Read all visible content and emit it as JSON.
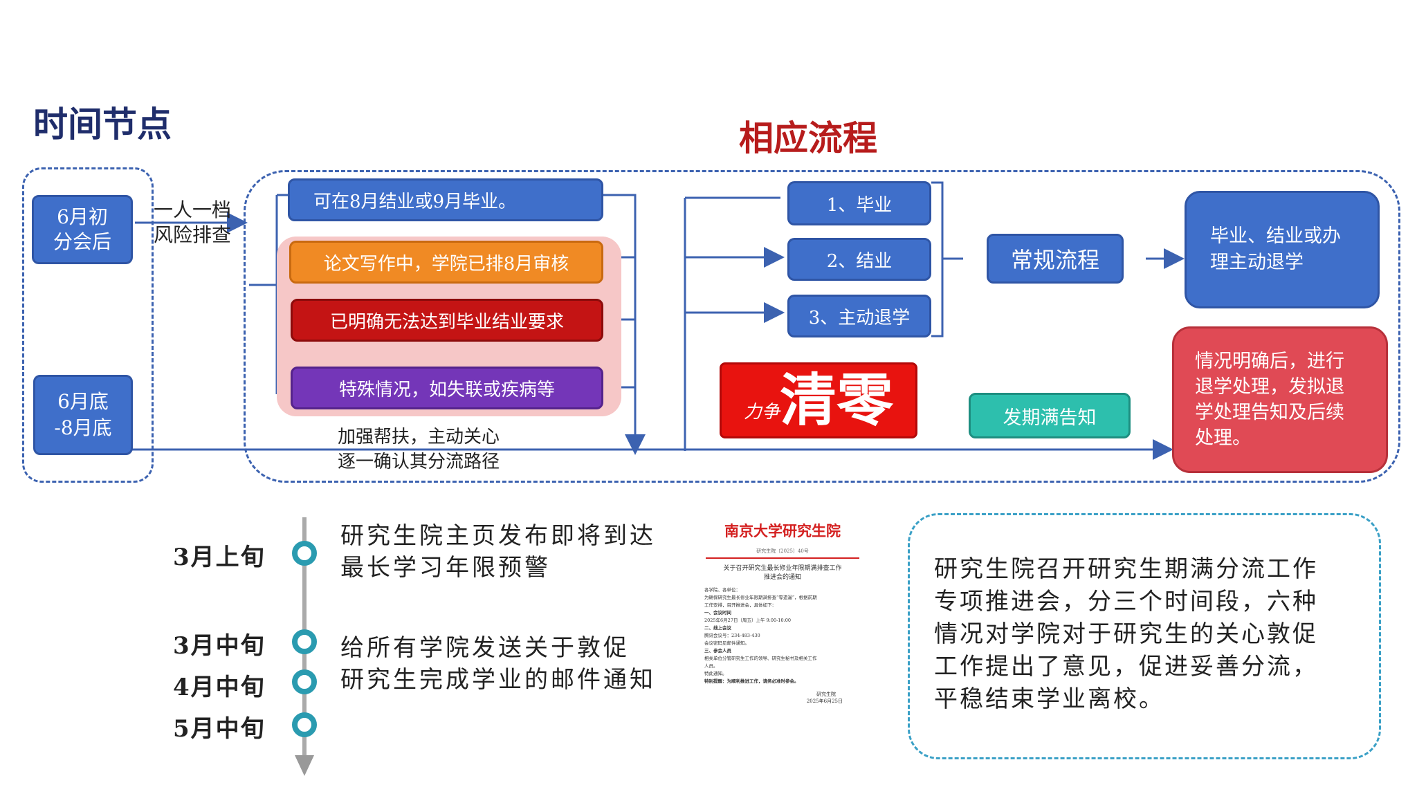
{
  "headings": {
    "time_nodes": "时间节点",
    "process": "相应流程"
  },
  "left_column": {
    "node1_line1": "6月初",
    "node1_line2": "分会后",
    "node2_line1": "6月底",
    "node2_line2": "-8月底",
    "arrow_label_line1": "一人一档",
    "arrow_label_line2": "风险排查"
  },
  "situations": {
    "s1": "可在8月结业或9月毕业。",
    "s2": "论文写作中，学院已排8月审核",
    "s3": "已明确无法达到毕业结业要求",
    "s4": "特殊情况，如失联或疾病等"
  },
  "support_note": {
    "line1": "加强帮扶，主动关心",
    "line2": "逐一确认其分流路径"
  },
  "outcomes": {
    "o1": "1、毕业",
    "o2": "2、结业",
    "o3": "3、主动退学"
  },
  "regular_process": "常规流程",
  "result_normal": {
    "line1": "毕业、结业或办",
    "line2": "理主动退学"
  },
  "clear_zero": {
    "small": "力争",
    "big": "清零"
  },
  "notice": "发期满告知",
  "result_withdraw": {
    "line1": "情况明确后，进行",
    "line2": "退学处理，发拟退",
    "line3": "学处理告知及后续",
    "line4": "处理。"
  },
  "timeline": {
    "t1": "3月上旬",
    "t2": "3月中旬",
    "t3": "4月中旬",
    "t4": "5月中旬",
    "desc1_line1": "研究生院主页发布即将到达",
    "desc1_line2": "最长学习年限预警",
    "desc2_line1": "给所有学院发送关于敦促",
    "desc2_line2": "研究生完成学业的邮件通知"
  },
  "document": {
    "header": "南京大学研究生院",
    "number": "研究生院〔2025〕40号",
    "title_line1": "关于召开研究生最长修业年限期满排查工作",
    "title_line2": "推进会的通知",
    "body_lines": [
      "各学院、各单位：",
      "为确保研究生最长修业年限期满排查“零遗漏”，根据前期",
      "工作安排，召开推进会，具体如下：",
      "一、会议时间",
      "2025年6月27日（周五）上午 9:00-10:00",
      "二、线上会议",
      "腾讯会议号：234-483-430",
      "会议密码见邮件通知。",
      "三、参会人员",
      "相关单位分管研究生工作的领导、研究生秘书及相关工作",
      "人员。",
      "特此通知。",
      "特别提醒：为顺利推进工作，请务必准时参会。"
    ],
    "sign_org": "研究生院",
    "sign_date": "2025年6月25日"
  },
  "summary": {
    "line1": "研究生院召开研究生期满分流工作",
    "line2": "专项推进会，分三个时间段，六种",
    "line3": "情况对学院对于研究生的关心敦促",
    "line4": "工作提出了意见，促进妥善分流，",
    "line5": "平稳结束学业离校。"
  },
  "colors": {
    "blue": "#3f6fca",
    "orange": "#f08a24",
    "dark_red": "#c41414",
    "purple": "#7436b8",
    "teal": "#2dbfad",
    "red_panel": "#e04a55",
    "pink_bg": "#f6c7c7",
    "heading_navy": "#1f2d6b",
    "heading_red": "#b71c1c",
    "timeline_teal": "#2a9bb0"
  }
}
